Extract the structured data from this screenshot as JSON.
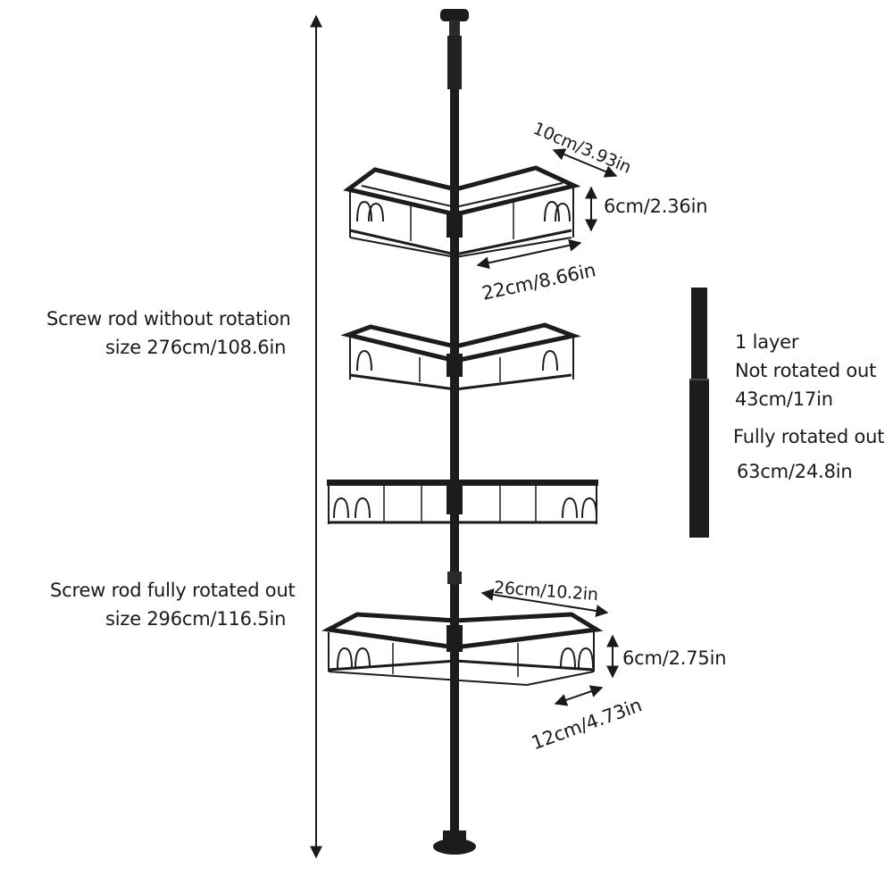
{
  "labels": {
    "rod_without_rotation_line1": "Screw rod without rotation",
    "rod_without_rotation_line2": "size 276cm/108.6in",
    "rod_fully_rotated_line1": "Screw rod fully rotated out",
    "rod_fully_rotated_line2": "size 296cm/116.5in",
    "top_depth": "10cm/3.93in",
    "top_height": "6cm/2.36in",
    "top_width": "22cm/8.66in",
    "bottom_width": "26cm/10.2in",
    "bottom_height": "6cm/2.75in",
    "bottom_depth": "12cm/4.73in",
    "layer_title": "1 layer",
    "not_rotated_label": "Not rotated out",
    "not_rotated_value": "43cm/17in",
    "fully_rotated_label": "Fully rotated out",
    "fully_rotated_value": "63cm/24.8in"
  },
  "colors": {
    "product": "#1c1c1c",
    "arrow": "#1a1a1a",
    "text": "#1a1a1a"
  }
}
